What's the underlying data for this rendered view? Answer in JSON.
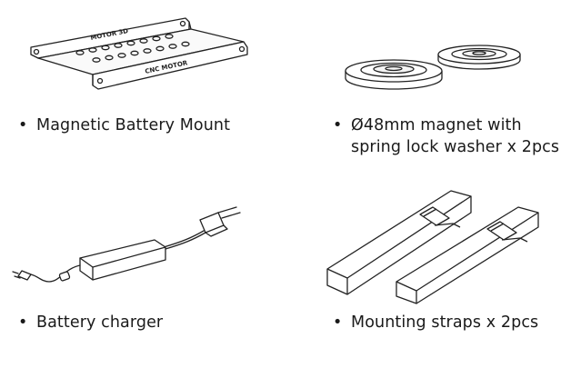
{
  "bullet": "•",
  "items": [
    {
      "lines": [
        "Magnetic Battery Mount"
      ],
      "illustration": {
        "name": "battery-mount-illustration",
        "engravings": [
          "MOTOR 3D",
          "CNC MOTOR"
        ]
      }
    },
    {
      "lines": [
        "Ø48mm magnet with",
        "spring lock washer x 2pcs"
      ],
      "illustration": {
        "name": "magnet-washer-illustration"
      }
    },
    {
      "lines": [
        "Battery charger"
      ],
      "illustration": {
        "name": "battery-charger-illustration"
      }
    },
    {
      "lines": [
        "Mounting straps x 2pcs"
      ],
      "illustration": {
        "name": "mounting-straps-illustration"
      }
    }
  ]
}
